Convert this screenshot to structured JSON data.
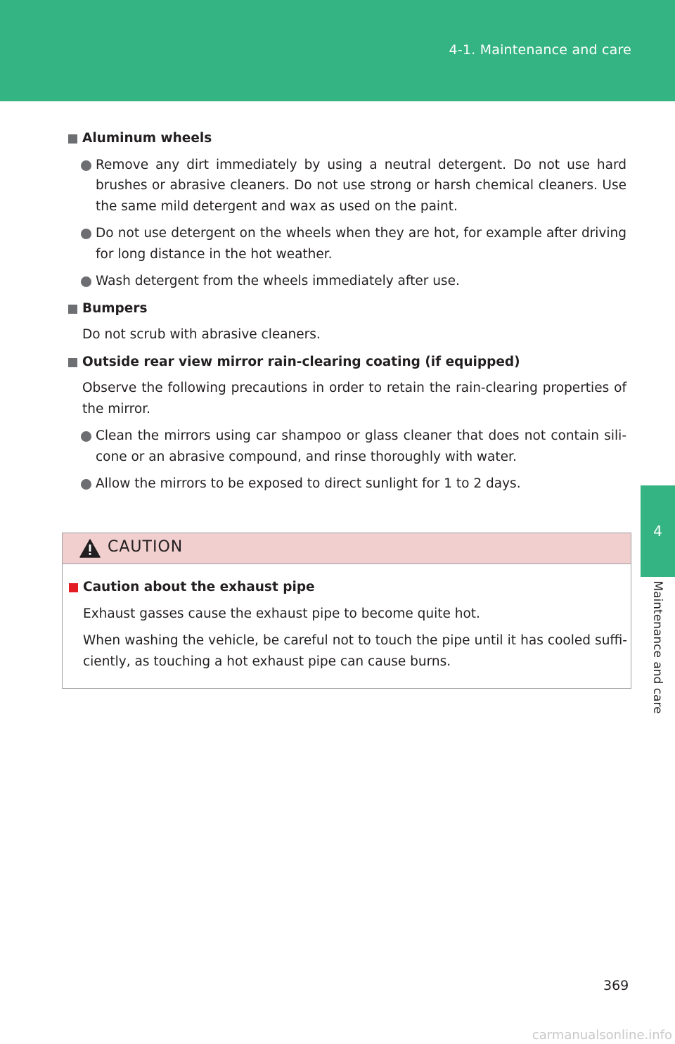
{
  "colors": {
    "accent": "#35b483",
    "caution_bg": "#f1cfce",
    "bullet": "#6d6e71",
    "caution_square": "#e31b23"
  },
  "header": {
    "title": "4-1. Maintenance and care"
  },
  "side_tab": {
    "number": "4",
    "label": "Maintenance and care"
  },
  "sections": [
    {
      "heading": "Aluminum wheels",
      "bullets": [
        "Remove any dirt immediately by using a neutral detergent. Do not use hard brushes or abrasive cleaners. Do not use strong or harsh chemical cleaners. Use the same mild detergent and wax as used on the paint.",
        "Do not use detergent on the wheels when they are hot, for example after driving for long distance in the hot weather.",
        "Wash detergent from the wheels immediately after use."
      ]
    },
    {
      "heading": "Bumpers",
      "text": "Do not scrub with abrasive cleaners."
    },
    {
      "heading": "Outside rear view mirror rain-clearing coating (if equipped)",
      "text": "Observe the following precautions in order to retain the rain-clearing properties of the mirror.",
      "bullets": [
        "Clean the mirrors using car shampoo or glass cleaner that does not contain sili-cone or an abrasive compound, and rinse thoroughly with water.",
        "Allow the mirrors to be exposed to direct sunlight for 1 to 2 days."
      ]
    }
  ],
  "caution": {
    "title": "CAUTION",
    "icon": "warning-triangle-icon",
    "heading": "Caution about the exhaust pipe",
    "paragraphs": [
      "Exhaust gasses cause the exhaust pipe to become quite hot.",
      "When washing the vehicle, be careful not to touch the pipe until it has cooled suffi-ciently, as touching a hot exhaust pipe can cause burns."
    ]
  },
  "page_number": "369",
  "watermark": "carmanualsonline.info"
}
